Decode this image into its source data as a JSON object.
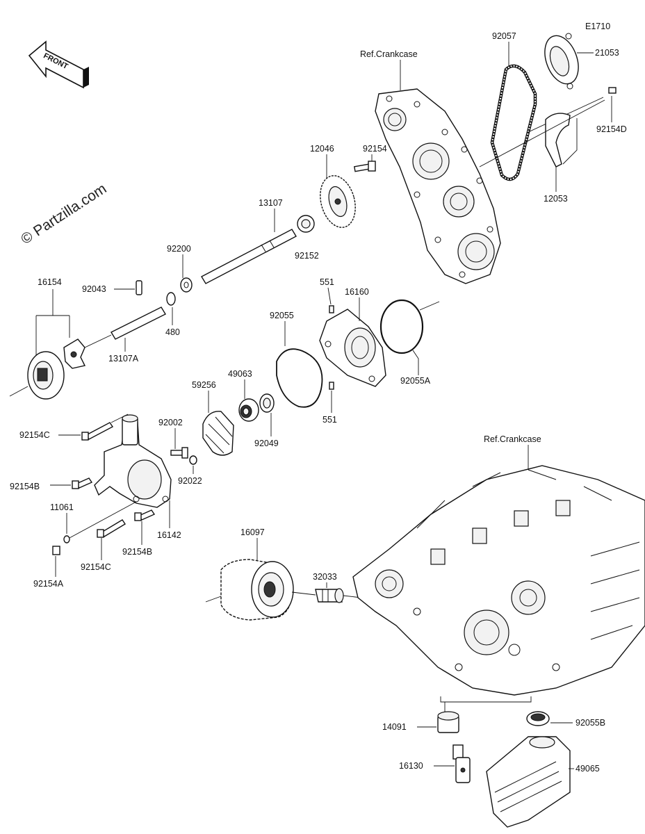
{
  "diagram_code": "E1710",
  "watermark": "© Partzilla.com",
  "front_label": "FRONT",
  "ref_crankcase_top": "Ref.Crankcase",
  "ref_crankcase_bottom": "Ref.Crankcase",
  "parts": {
    "p92057": "92057",
    "p21053": "21053",
    "p92154D": "92154D",
    "p12053": "12053",
    "p12046": "12046",
    "p92154": "92154",
    "p13107": "13107",
    "p92152": "92152",
    "p92200": "92200",
    "p16154": "16154",
    "p92043": "92043",
    "p480": "480",
    "p13107A": "13107A",
    "p551a": "551",
    "p16160": "16160",
    "p92055": "92055",
    "p92055A": "92055A",
    "p551b": "551",
    "p49063": "49063",
    "p59256": "59256",
    "p92002": "92002",
    "p92049": "92049",
    "p92022": "92022",
    "p92154C_top": "92154C",
    "p92154B_top": "92154B",
    "p11061": "11061",
    "p16142": "16142",
    "p92154B_bottom": "92154B",
    "p92154C_bottom": "92154C",
    "p92154A": "92154A",
    "p16097": "16097",
    "p32033": "32033",
    "p14091": "14091",
    "p92055B": "92055B",
    "p16130": "16130",
    "p49065": "49065"
  }
}
